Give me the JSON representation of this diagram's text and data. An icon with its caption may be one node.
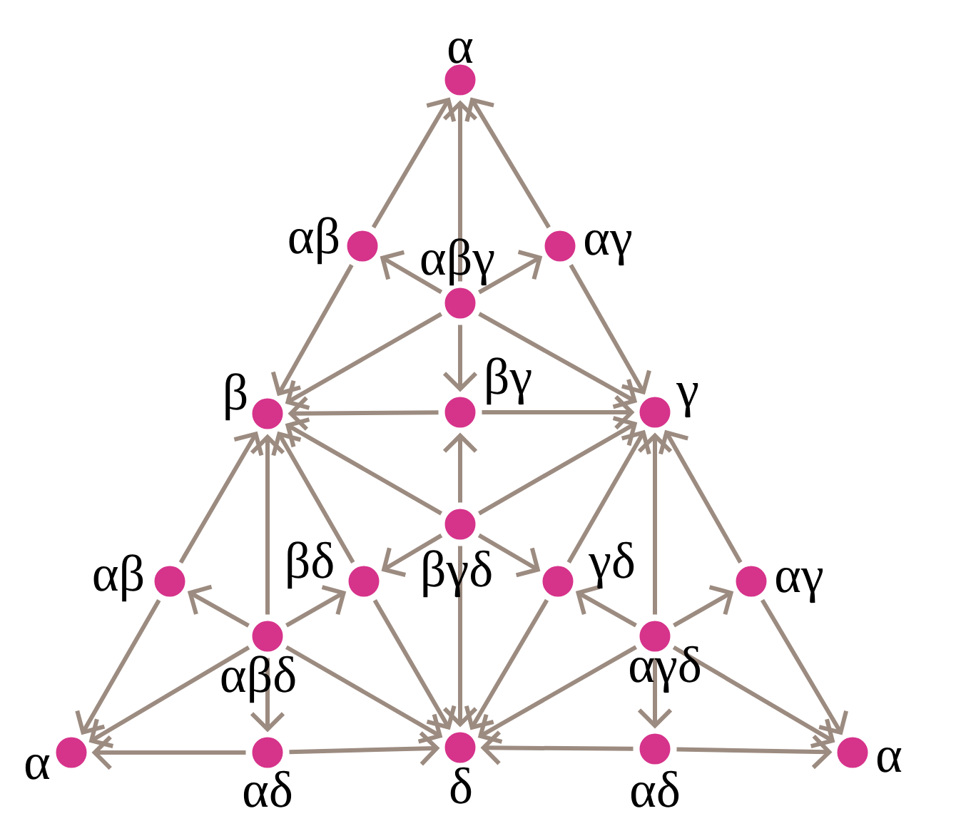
{
  "diagram": {
    "nodes": [
      {
        "text": [],
        "shape": "circle",
        "beside": [
          "α"
        ]
      },
      {
        "text": [],
        "shape": "circle",
        "beside": [
          "αβ"
        ]
      },
      {
        "text": [],
        "shape": "circle",
        "beside": [
          "αγ"
        ]
      },
      {
        "text": [],
        "shape": "circle",
        "beside": [
          "αβγ"
        ]
      },
      {
        "text": [],
        "shape": "circle",
        "beside": [
          "β"
        ]
      },
      {
        "text": [],
        "shape": "circle",
        "beside": [
          "βγ"
        ]
      },
      {
        "text": [],
        "shape": "circle",
        "beside": [
          "γ"
        ]
      },
      {
        "text": [],
        "shape": "circle",
        "beside": [
          "βγδ"
        ]
      },
      {
        "text": [],
        "shape": "circle",
        "beside": [
          "αβ"
        ]
      },
      {
        "text": [],
        "shape": "circle",
        "beside": [
          "βδ"
        ]
      },
      {
        "text": [],
        "shape": "circle",
        "beside": [
          "γδ"
        ]
      },
      {
        "text": [],
        "shape": "circle",
        "beside": [
          "αγ"
        ]
      },
      {
        "text": [],
        "shape": "circle",
        "beside": [
          "αβδ"
        ]
      },
      {
        "text": [],
        "shape": "circle",
        "beside": [
          "αγδ"
        ]
      },
      {
        "text": [],
        "shape": "circle",
        "beside": [
          "α"
        ]
      },
      {
        "text": [],
        "shape": "circle",
        "beside": [
          "αδ"
        ]
      },
      {
        "text": [],
        "shape": "circle",
        "beside": [
          "δ"
        ]
      },
      {
        "text": [],
        "shape": "circle",
        "beside": [
          "αδ"
        ]
      },
      {
        "text": [],
        "shape": "circle",
        "beside": [
          "α"
        ]
      }
    ],
    "edges": [
      {
        "from": 1,
        "to": 0,
        "arrow": "to"
      },
      {
        "from": 2,
        "to": 0,
        "arrow": "to"
      },
      {
        "from": 3,
        "to": 0,
        "arrow": "to"
      },
      {
        "from": 3,
        "to": 1,
        "arrow": "to"
      },
      {
        "from": 3,
        "to": 2,
        "arrow": "to"
      },
      {
        "from": 3,
        "to": 4,
        "arrow": "to"
      },
      {
        "from": 3,
        "to": 6,
        "arrow": "to"
      },
      {
        "from": 3,
        "to": 5,
        "arrow": "to"
      },
      {
        "from": 1,
        "to": 4,
        "arrow": "to"
      },
      {
        "from": 2,
        "to": 6,
        "arrow": "to"
      },
      {
        "from": 5,
        "to": 4,
        "arrow": "to"
      },
      {
        "from": 5,
        "to": 6,
        "arrow": "to"
      },
      {
        "from": 7,
        "to": 5,
        "arrow": "to"
      },
      {
        "from": 7,
        "to": 4,
        "arrow": "to"
      },
      {
        "from": 7,
        "to": 6,
        "arrow": "to"
      },
      {
        "from": 7,
        "to": 9,
        "arrow": "to"
      },
      {
        "from": 7,
        "to": 10,
        "arrow": "to"
      },
      {
        "from": 7,
        "to": 16,
        "arrow": "to"
      },
      {
        "from": 8,
        "to": 4,
        "arrow": "to"
      },
      {
        "from": 9,
        "to": 4,
        "arrow": "to"
      },
      {
        "from": 12,
        "to": 4,
        "arrow": "to"
      },
      {
        "from": 12,
        "to": 8,
        "arrow": "to"
      },
      {
        "from": 12,
        "to": 9,
        "arrow": "to"
      },
      {
        "from": 12,
        "to": 15,
        "arrow": "to"
      },
      {
        "from": 12,
        "to": 14,
        "arrow": "to"
      },
      {
        "from": 12,
        "to": 16,
        "arrow": "to"
      },
      {
        "from": 8,
        "to": 14,
        "arrow": "to"
      },
      {
        "from": 15,
        "to": 14,
        "arrow": "to"
      },
      {
        "from": 15,
        "to": 16,
        "arrow": "to"
      },
      {
        "from": 9,
        "to": 16,
        "arrow": "to"
      },
      {
        "from": 10,
        "to": 6,
        "arrow": "to"
      },
      {
        "from": 11,
        "to": 6,
        "arrow": "to"
      },
      {
        "from": 13,
        "to": 6,
        "arrow": "to"
      },
      {
        "from": 13,
        "to": 10,
        "arrow": "to"
      },
      {
        "from": 13,
        "to": 11,
        "arrow": "to"
      },
      {
        "from": 13,
        "to": 17,
        "arrow": "to"
      },
      {
        "from": 13,
        "to": 18,
        "arrow": "to"
      },
      {
        "from": 13,
        "to": 16,
        "arrow": "to"
      },
      {
        "from": 11,
        "to": 18,
        "arrow": "to"
      },
      {
        "from": 17,
        "to": 18,
        "arrow": "to"
      },
      {
        "from": 17,
        "to": 16,
        "arrow": "to"
      },
      {
        "from": 10,
        "to": 16,
        "arrow": "to"
      }
    ]
  }
}
